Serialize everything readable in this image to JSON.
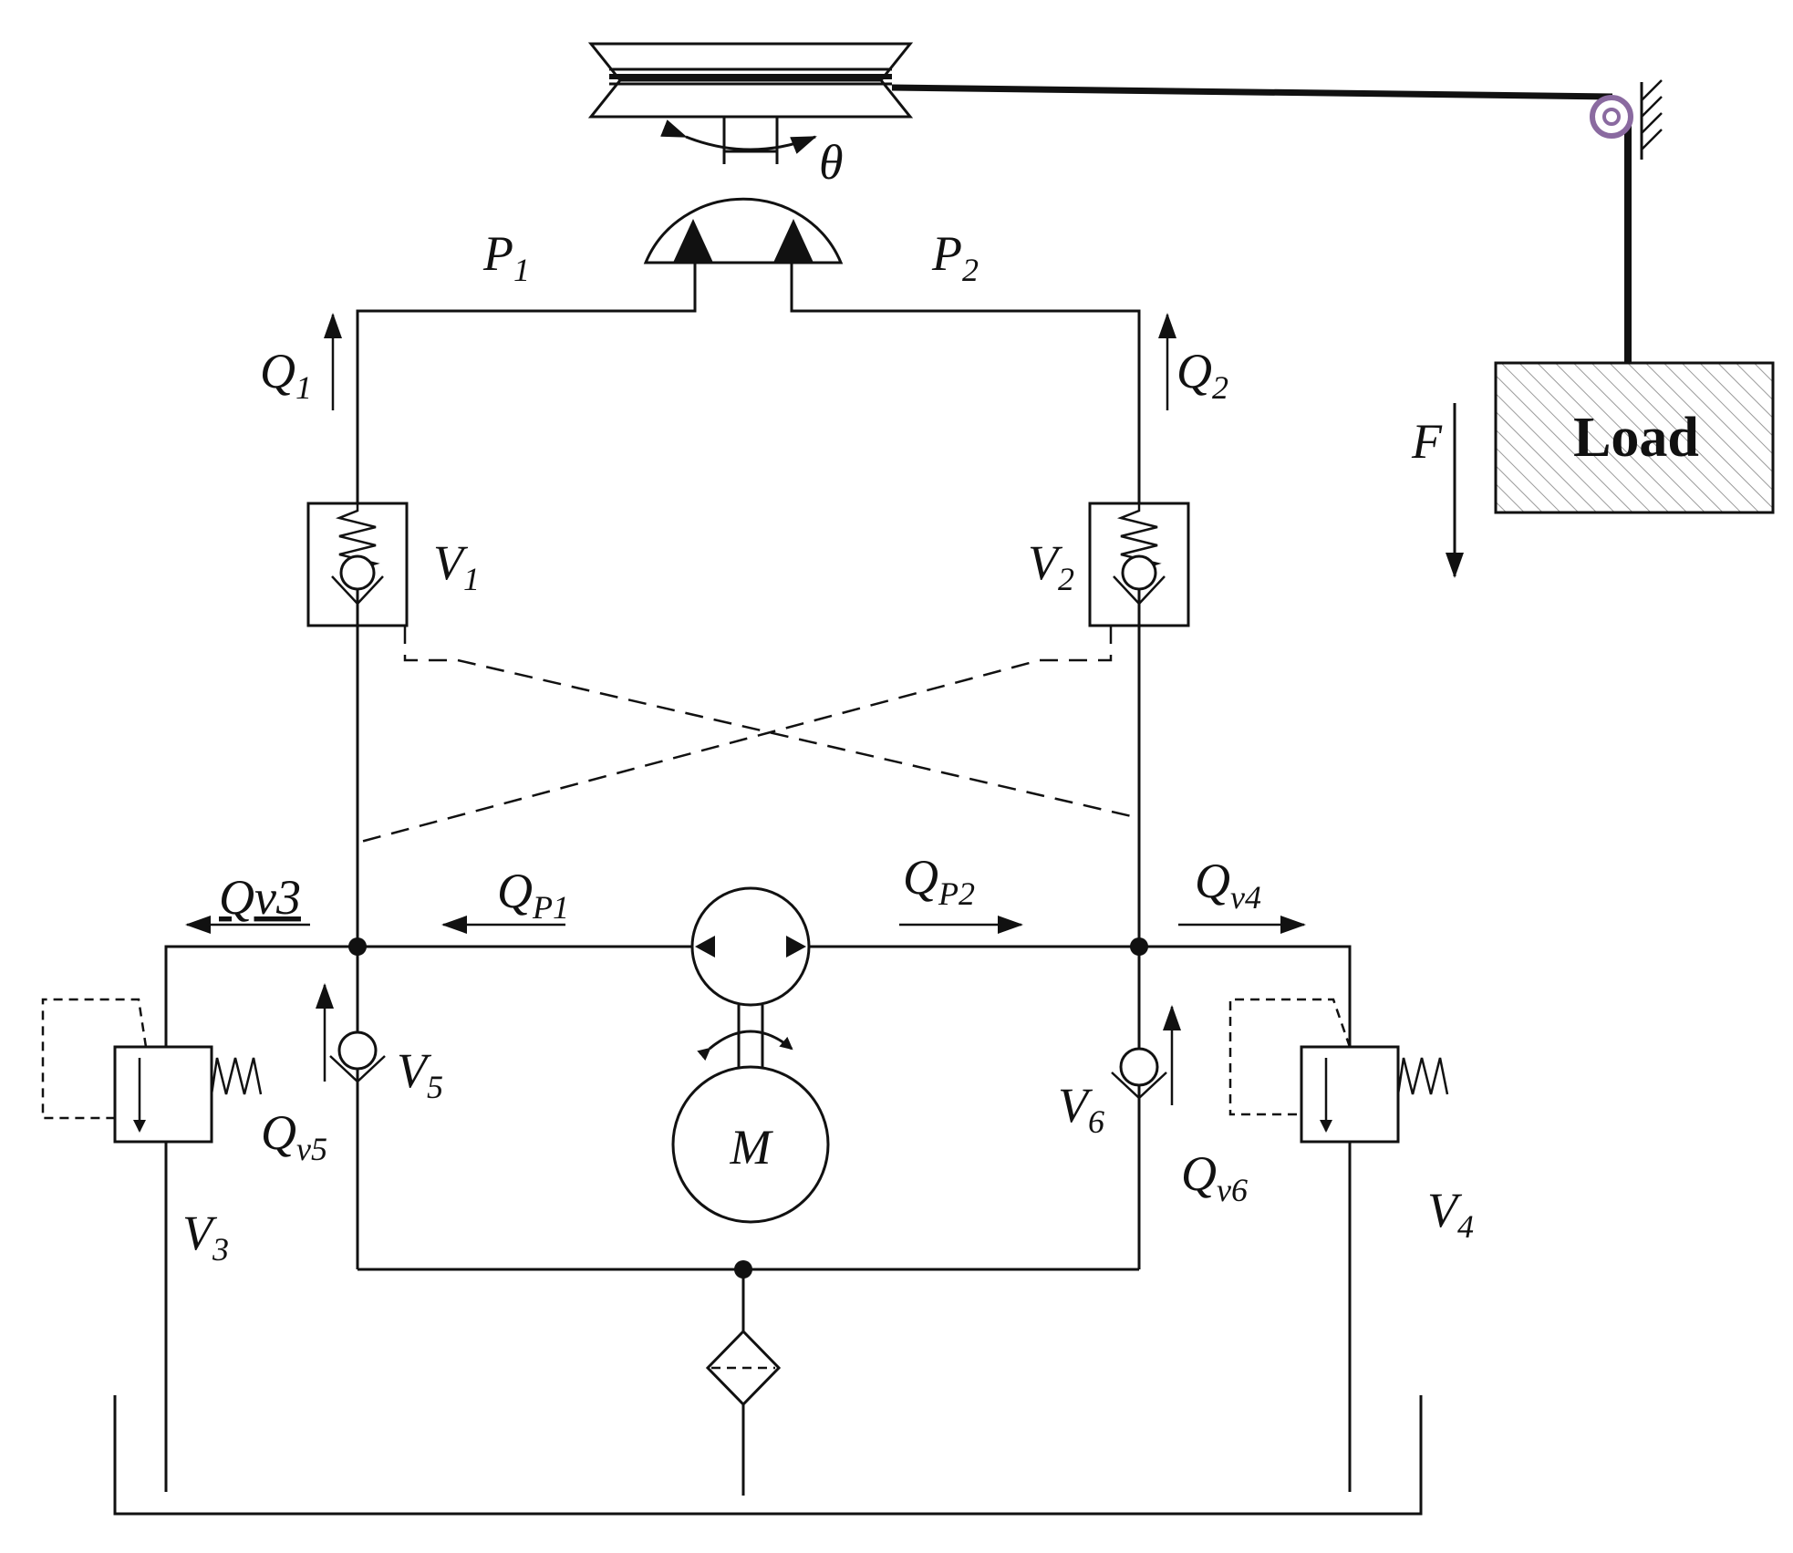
{
  "labels": {
    "theta": "θ",
    "p1": {
      "main": "P",
      "sub": "1"
    },
    "p2": {
      "main": "P",
      "sub": "2"
    },
    "q1": {
      "main": "Q",
      "sub": "1"
    },
    "q2": {
      "main": "Q",
      "sub": "2"
    },
    "f": "F",
    "load": "Load",
    "v1": {
      "main": "V",
      "sub": "1"
    },
    "v2": {
      "main": "V",
      "sub": "2"
    },
    "qv3": "Qv3",
    "qp1": {
      "main": "Q",
      "sub": "P1"
    },
    "qp2": {
      "main": "Q",
      "sub": "P2"
    },
    "qv4": {
      "main": "Q",
      "sub": "v4"
    },
    "v5": {
      "main": "V",
      "sub": "5"
    },
    "v6": {
      "main": "V",
      "sub": "6"
    },
    "qv5": {
      "main": "Q",
      "sub": "v5"
    },
    "qv6": {
      "main": "Q",
      "sub": "v6"
    },
    "v3": {
      "main": "V",
      "sub": "3"
    },
    "v4": {
      "main": "V",
      "sub": "4"
    },
    "motor": "M"
  },
  "colors": {
    "line": "#111111",
    "pulley_purple": "#8a6aa0",
    "hatch": "#9a9a9a"
  }
}
